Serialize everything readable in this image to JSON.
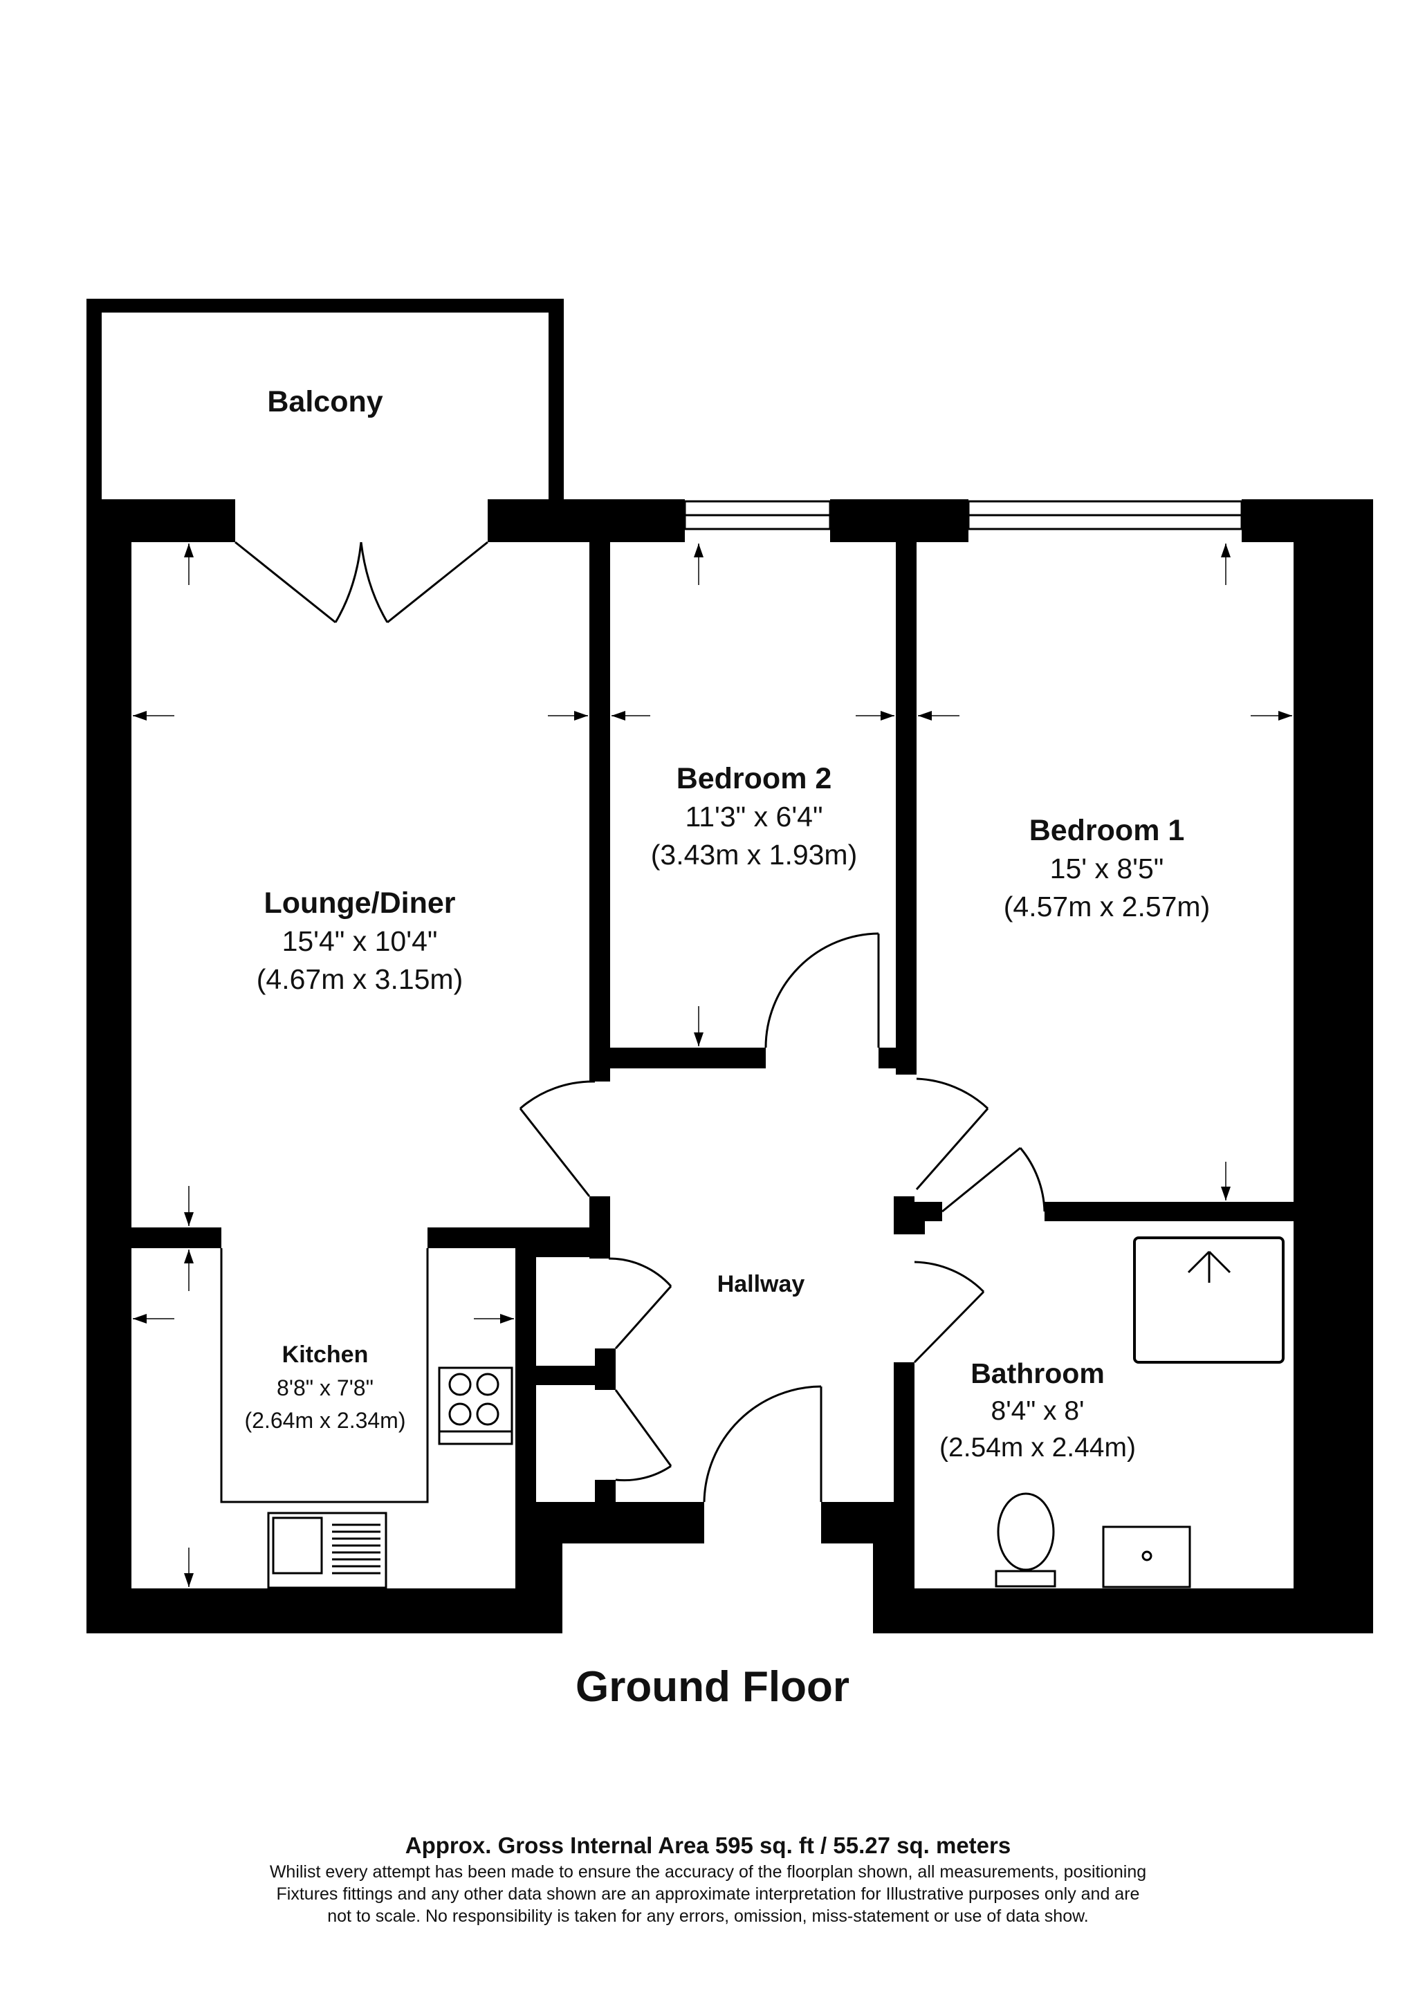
{
  "floor_title": "Ground Floor",
  "rooms": {
    "balcony": {
      "name": "Balcony"
    },
    "lounge": {
      "name": "Lounge/Diner",
      "imperial": "15'4\" x 10'4\"",
      "metric": "(4.67m x 3.15m)"
    },
    "bedroom2": {
      "name": "Bedroom 2",
      "imperial": "11'3\" x 6'4\"",
      "metric": "(3.43m x 1.93m)"
    },
    "bedroom1": {
      "name": "Bedroom 1",
      "imperial": "15' x 8'5\"",
      "metric": "(4.57m x 2.57m)"
    },
    "hallway": {
      "name": "Hallway"
    },
    "kitchen": {
      "name": "Kitchen",
      "imperial": "8'8\" x 7'8\"",
      "metric": "(2.64m x 2.34m)"
    },
    "bathroom": {
      "name": "Bathroom",
      "imperial": "8'4\" x 8'",
      "metric": "(2.54m x 2.44m)"
    }
  },
  "footer": {
    "area": "Approx. Gross Internal Area 595 sq. ft / 55.27 sq. meters",
    "disclaimer_1": "Whilist every attempt has been made to ensure the accuracy of the floorplan shown, all measurements, positioning",
    "disclaimer_2": "Fixtures fittings and any other data shown are an approximate interpretation for Illustrative purposes only  and are",
    "disclaimer_3": "not to scale. No responsibility is taken for any errors, omission, miss-statement or use of data show."
  }
}
